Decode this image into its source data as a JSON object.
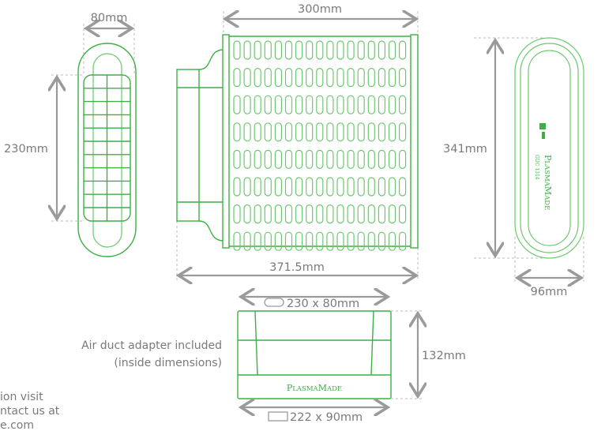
{
  "side_view": {
    "width_label": "80mm",
    "height_label": "230mm"
  },
  "front_view": {
    "width_label": "300mm",
    "total_width_label": "371.5mm",
    "slot_columns": 17,
    "slot_rows": 8
  },
  "back_view": {
    "height_label": "341mm",
    "width_label": "96mm",
    "brand": "PlasmaMade",
    "model": "GUC 1314"
  },
  "adapter": {
    "top_label": "230 x 80mm",
    "bottom_label": "222 x 90mm",
    "height_label": "132mm",
    "brand": "PlasmaMade",
    "caption_line1": "Air duct adapter included",
    "caption_line2": "(inside dimensions)"
  },
  "footer_note": [
    "ion visit",
    "ntact us at",
    "e.com"
  ],
  "colors": {
    "accent": "#3cb043",
    "dimension": "#9a9a9a"
  }
}
